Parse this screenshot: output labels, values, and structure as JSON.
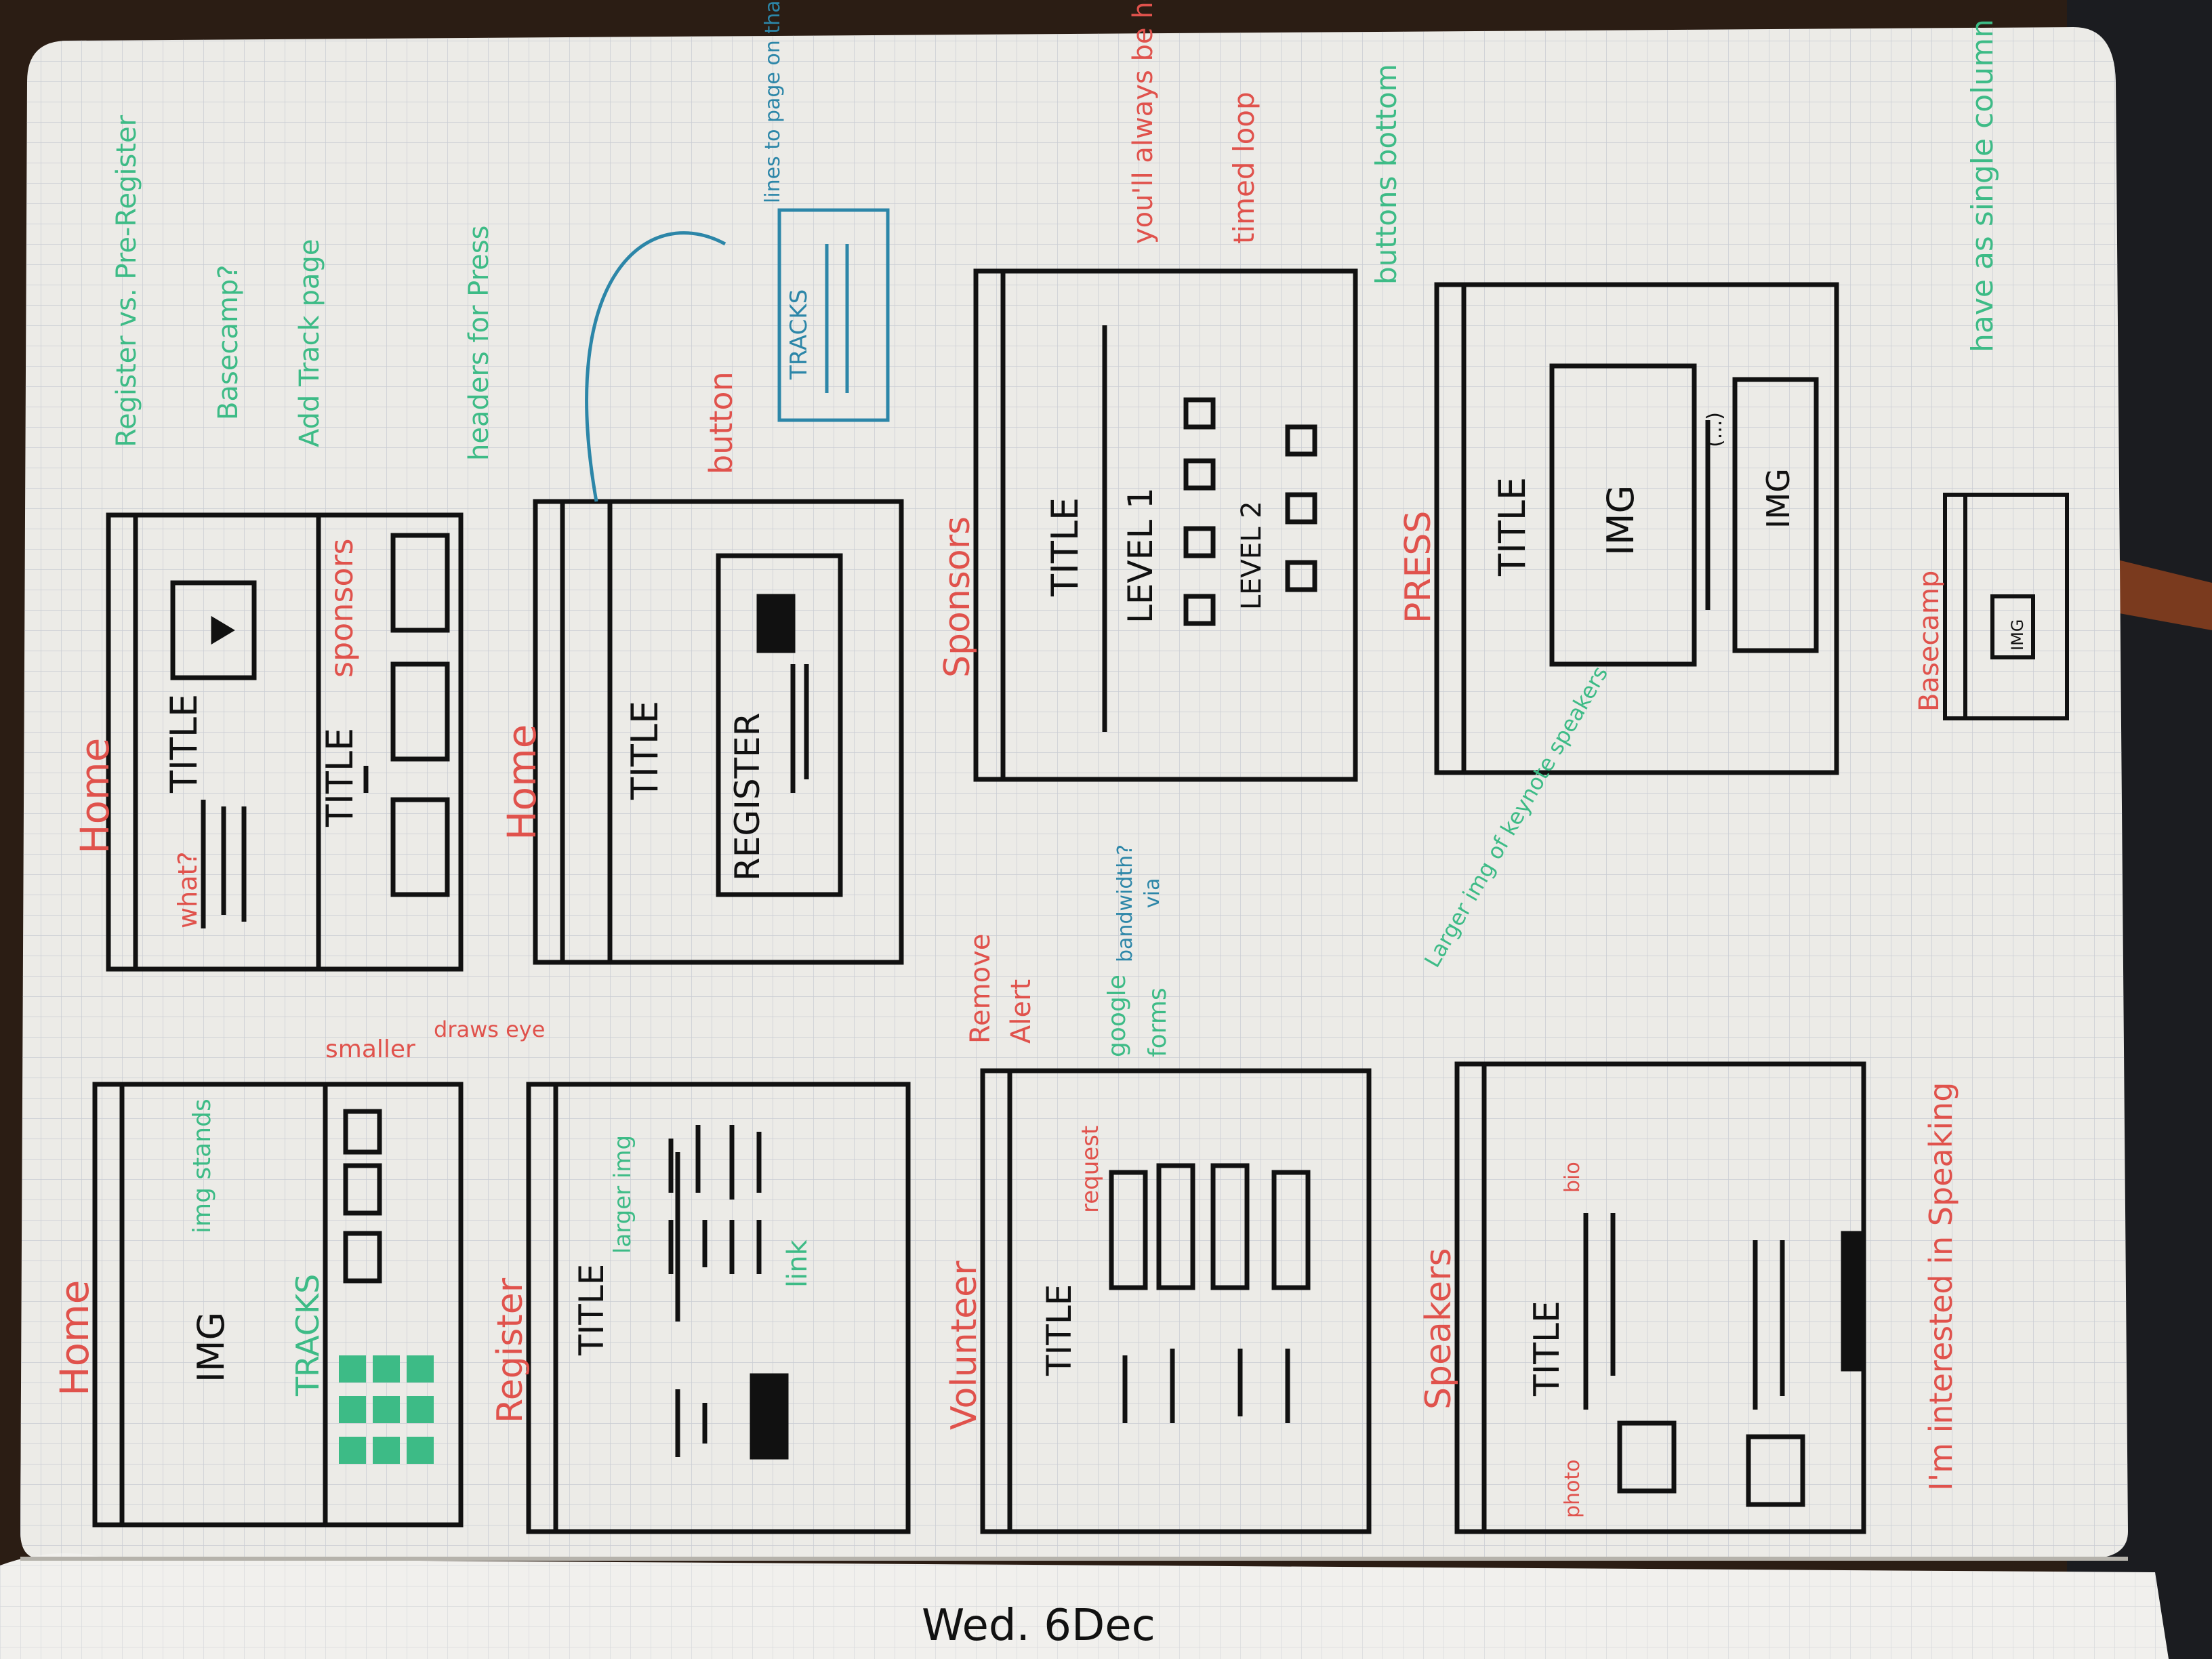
{
  "colors": {
    "paper": "#ecebe7",
    "grid": "#c9ccd3",
    "ink": "#111111",
    "red": "#e0524c",
    "green": "#3dbb86",
    "blue": "#2c86a8",
    "table": "#2b1d14"
  },
  "wireframes": {
    "home_a": {
      "label": "Home",
      "title": "TITLE",
      "what": "what?",
      "img": "IMG"
    },
    "home_b": {
      "label": "Home",
      "title": "TITLE",
      "sponsors": "sponsors",
      "tracks_section": "TRACKS",
      "img_stands": "img stands",
      "notes": {
        "smaller": "smaller",
        "draws_eye": "draws eye"
      }
    },
    "register": {
      "label": "Register",
      "title": "TITLE",
      "larger_img": "larger img",
      "link": "link",
      "notes": {
        "register_vs": "Register vs. Pre-Register",
        "basecamp": "Basecamp?",
        "add_tracks": "Add Track page",
        "headers": "headers for Press"
      }
    },
    "home_c": {
      "label": "Home",
      "title": "TITLE",
      "register": "REGISTER",
      "button_note": "button",
      "tracks_panel": "TRACKS",
      "tracks_note": "lines to page on that track"
    },
    "volunteer": {
      "label": "Volunteer",
      "title": "TITLE",
      "request": "request",
      "notes": [
        "Remove",
        "Alert",
        "google",
        "forms",
        "bandwidth?",
        "via"
      ]
    },
    "sponsors": {
      "label": "Sponsors",
      "title": "TITLE",
      "level1": "LEVEL 1",
      "level2": "LEVEL 2",
      "always": "you'll always be here",
      "timed": "timed loop",
      "buttons": "buttons bottom"
    },
    "speakers": {
      "label": "Speakers",
      "title": "TITLE",
      "photo": "photo",
      "bio": "bio",
      "interest": "I'm interested in Speaking",
      "larger": "Larger img of keynote speakers"
    },
    "press": {
      "label": "PRESS",
      "title": "TITLE",
      "img": "IMG",
      "img2": "IMG",
      "ellipsis": "(...)"
    },
    "basecamp": {
      "label": "Basecamp",
      "img": "IMG",
      "note": "have as single column"
    }
  },
  "page_footer": {
    "date": "Wed. 6Dec"
  }
}
